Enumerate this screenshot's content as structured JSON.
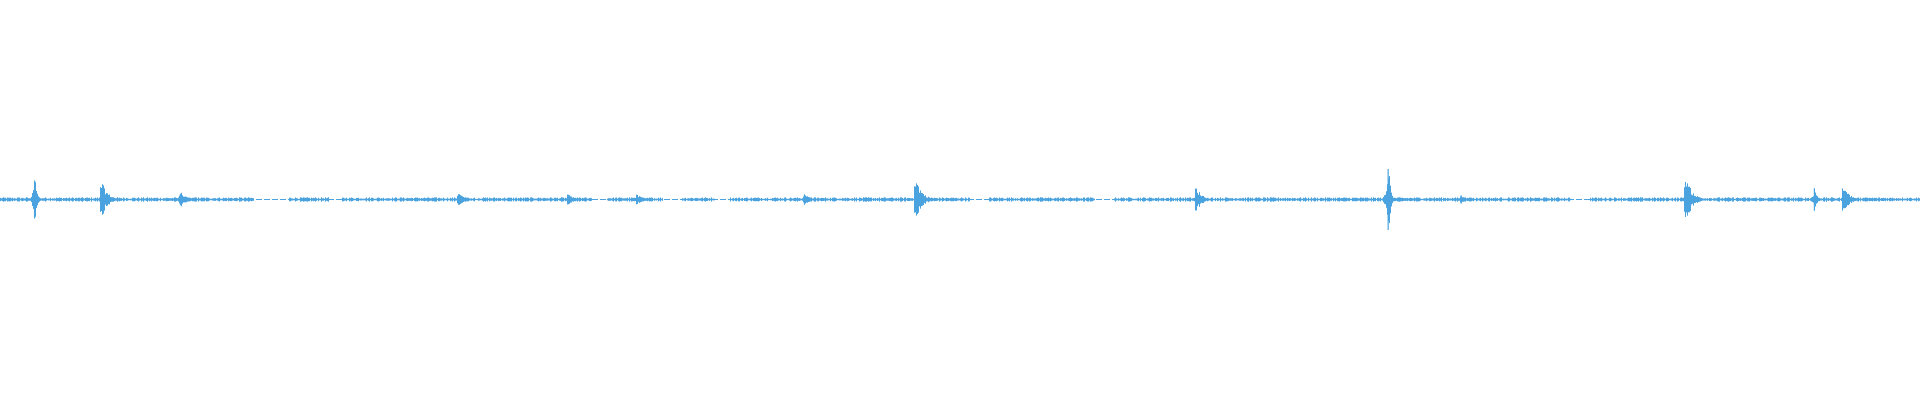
{
  "waveform": {
    "color": "#4aa3df",
    "background": "#ffffff",
    "baseline_level": 0.0,
    "max_level": 1.0,
    "peaks": [
      {
        "t": 0.018,
        "amp": 0.55,
        "kind": "spike"
      },
      {
        "t": 0.053,
        "amp": 0.28,
        "kind": "burst"
      },
      {
        "t": 0.094,
        "amp": 0.12,
        "kind": "burst"
      },
      {
        "t": 0.239,
        "amp": 0.1,
        "kind": "burst"
      },
      {
        "t": 0.296,
        "amp": 0.08,
        "kind": "burst"
      },
      {
        "t": 0.332,
        "amp": 0.08,
        "kind": "burst"
      },
      {
        "t": 0.419,
        "amp": 0.09,
        "kind": "burst"
      },
      {
        "t": 0.477,
        "amp": 0.35,
        "kind": "burst"
      },
      {
        "t": 0.623,
        "amp": 0.2,
        "kind": "burst"
      },
      {
        "t": 0.723,
        "amp": 0.92,
        "kind": "spike"
      },
      {
        "t": 0.761,
        "amp": 0.07,
        "kind": "burst"
      },
      {
        "t": 0.878,
        "amp": 0.38,
        "kind": "burst"
      },
      {
        "t": 0.945,
        "amp": 0.3,
        "kind": "spike"
      },
      {
        "t": 0.96,
        "amp": 0.22,
        "kind": "burst"
      }
    ],
    "gaps": [
      {
        "from": 0.132,
        "to": 0.15
      },
      {
        "from": 0.171,
        "to": 0.178
      },
      {
        "from": 0.308,
        "to": 0.316
      },
      {
        "from": 0.345,
        "to": 0.355
      },
      {
        "from": 0.372,
        "to": 0.38
      },
      {
        "from": 0.505,
        "to": 0.515
      },
      {
        "from": 0.57,
        "to": 0.58
      },
      {
        "from": 0.818,
        "to": 0.828
      }
    ]
  }
}
